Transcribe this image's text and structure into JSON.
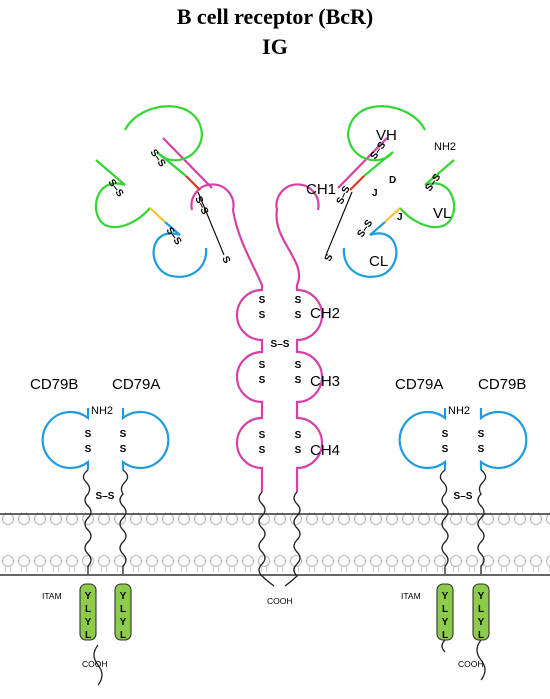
{
  "title": {
    "line1": "B cell receptor (BcR)",
    "line2": "IG"
  },
  "colors": {
    "heavy": "#d63fa8",
    "variable": "#33d633",
    "light": "#1f9be0",
    "j_segment": "#f2c230",
    "d_segment": "#e0341c",
    "itam_fill": "#8ccc4a"
  },
  "labels": {
    "vh": "VH",
    "vl": "VL",
    "cl": "CL",
    "ch1": "CH1",
    "ch2": "CH2",
    "ch3": "CH3",
    "ch4": "CH4",
    "nh2": "NH2",
    "cooh": "COOH",
    "itam": "ITAM",
    "d": "D",
    "j": "J",
    "s": "S",
    "ss": "S–S",
    "y": "Y",
    "l": "L",
    "cd79a": "CD79A",
    "cd79b": "CD79B"
  }
}
